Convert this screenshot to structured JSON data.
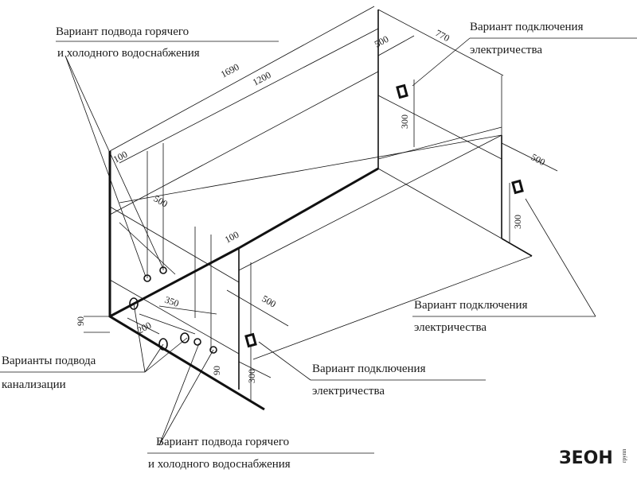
{
  "labels": {
    "water_top": [
      "Вариант подвода горячего",
      "и холодного водоснабжения"
    ],
    "water_bottom": [
      "Вариант подвода горячего",
      "и холодного водоснабжения"
    ],
    "electric_top": [
      "Вариант подключения",
      "электричества"
    ],
    "electric_right": [
      "Вариант подключения",
      "электричества"
    ],
    "electric_bottom": [
      "Вариант подключения",
      "электричества"
    ],
    "drain": [
      "Варианты подвода",
      "канализации"
    ]
  },
  "dimensions": {
    "d1690": "1690",
    "d1200": "1200",
    "d770": "770",
    "d500_top": "500",
    "d500_right": "500",
    "d500_left": "500",
    "d500_bottom": "500",
    "d100_top": "100",
    "d100_mid": "100",
    "d300_top": "300",
    "d300_right": "300",
    "d300_bottom": "300",
    "d350": "350",
    "d200": "200",
    "d90_left": "90",
    "d90_bottom": "90"
  },
  "logo": {
    "text": "ЗЕОН",
    "sub": "групп"
  },
  "colors": {
    "line": "#111111",
    "background": "#ffffff"
  }
}
